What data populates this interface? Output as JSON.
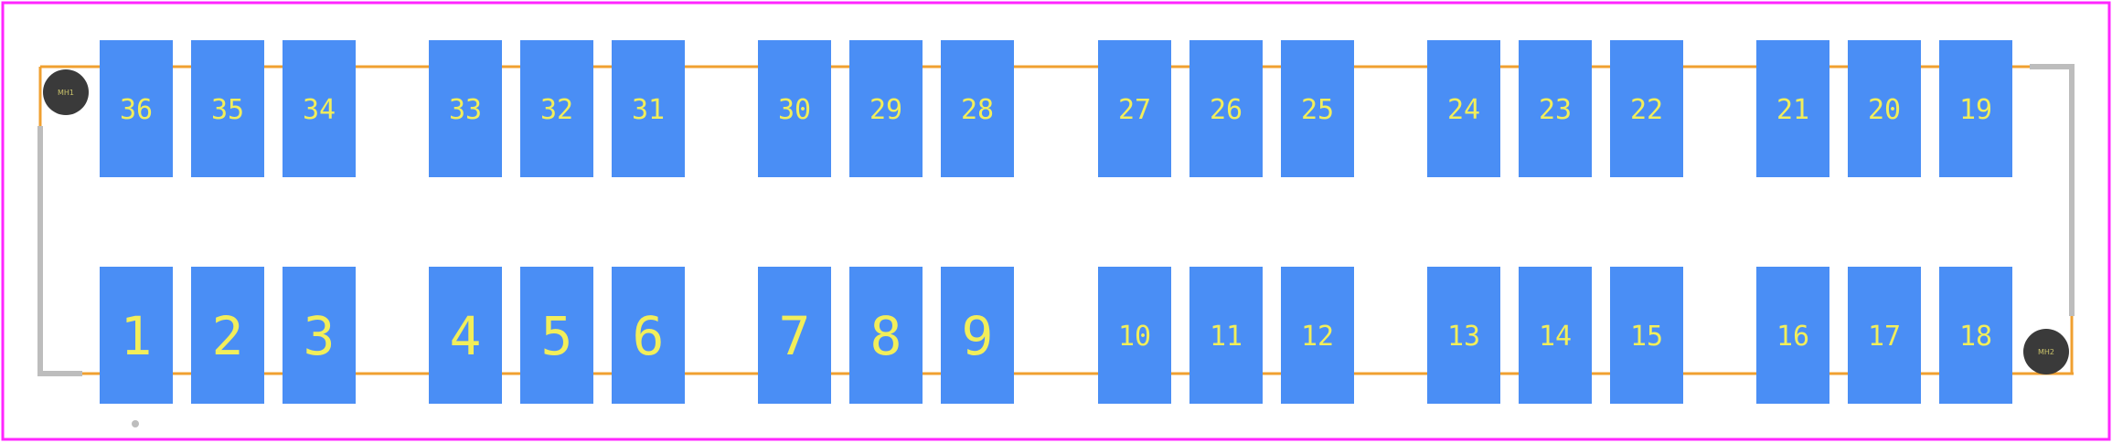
{
  "colors": {
    "background": "#ffffff",
    "board_outline": "#ff26ff",
    "silkscreen": "#f0a030",
    "courtyard": "#bdbdbd",
    "pad_fill": "#4a8ef5",
    "pad_text": "#f2ee5a",
    "mounting_hole": "#3a3a3a",
    "mounting_text": "#c9c26a"
  },
  "pads": {
    "top_row": [
      "36",
      "35",
      "34",
      "33",
      "32",
      "31",
      "30",
      "29",
      "28",
      "27",
      "26",
      "25",
      "24",
      "23",
      "22",
      "21",
      "20",
      "19"
    ],
    "bottom_row": [
      "1",
      "2",
      "3",
      "4",
      "5",
      "6",
      "7",
      "8",
      "9",
      "10",
      "11",
      "12",
      "13",
      "14",
      "15",
      "16",
      "17",
      "18"
    ]
  },
  "mounting_holes": {
    "left": "MH1",
    "right": "MH2"
  }
}
